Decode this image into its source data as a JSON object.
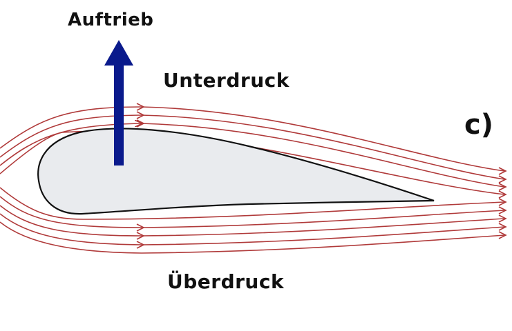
{
  "labels": {
    "lift": "Auftrieb",
    "low_pressure": "Unterdruck",
    "high_pressure": "Überdruck",
    "panel": "c)"
  },
  "colors": {
    "streamline": "#b03a3a",
    "lift_arrow": "#0a1a8c",
    "airfoil_fill": "#e9ebee",
    "airfoil_outline": "#111111",
    "text": "#111111"
  }
}
